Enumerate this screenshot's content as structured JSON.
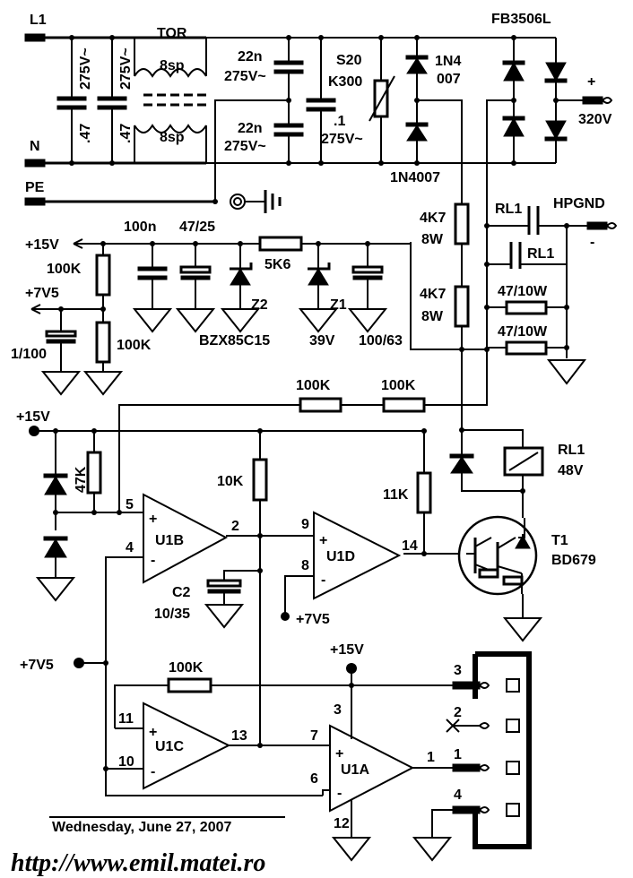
{
  "labels": {
    "l1": "L1",
    "n": "N",
    "pe": "PE",
    "tor": "TOR",
    "tor_sp1": "8sp",
    "tor_sp2": "8sp",
    "cx1_voltage": "275V~",
    "cx1_val": ".47",
    "cx2_voltage": "275V~",
    "cx2_val": ".47",
    "cy1_val": "22n",
    "cy1_voltage": "275V~",
    "cy2_val": "22n",
    "cy2_voltage": "275V~",
    "cx3_val": ".1",
    "cx3_voltage": "275V~",
    "varistor_1": "S20",
    "varistor_2": "K300",
    "d_top_1": "1N4",
    "d_top_2": "007",
    "d_bot": "1N4007",
    "bridge": "FB3506L",
    "plus": "+",
    "v320": "320V",
    "hpgnd": "HPGND",
    "minus": "-",
    "rl1_a": "RL1",
    "rl1_b": "RL1",
    "r_4k7_1": "4K7",
    "r_8w_1": "8W",
    "r_4k7_2": "4K7",
    "r_8w_2": "8W",
    "r_47_10w_1": "47/10W",
    "r_47_10w_2": "47/10W",
    "plus15_top": "+15V",
    "plus7v5_top": "+7V5",
    "r_100k_a": "100K",
    "r_100k_b": "100K",
    "c_1_100": "1/100",
    "c_100n": "100n",
    "c_47_25": "47/25",
    "r_5k6": "5K6",
    "z2": "Z2",
    "z1": "Z1",
    "bzx": "BZX85C15",
    "z1_v": "39V",
    "c_100_63": "100/63",
    "r_100k_c": "100K",
    "r_100k_d": "100K",
    "plus15_mid": "+15V",
    "r_47k": "47K",
    "r_10k": "10K",
    "r_11k": "11K",
    "rl1_coil": "RL1",
    "rl1_v": "48V",
    "u1b": "U1B",
    "u1d": "U1D",
    "u1c": "U1C",
    "u1a": "U1A",
    "t1": "T1",
    "t1_type": "BD679",
    "c2": "C2",
    "c2_val": "10/35",
    "plus7v5_d": "+7V5",
    "plus7v5_left": "+7V5",
    "plus15_bot": "+15V",
    "r_100k_e": "100K",
    "pin5": "5",
    "pin4": "4",
    "pin2": "2",
    "pin9": "9",
    "pin8": "8",
    "pin14": "14",
    "pin11": "11",
    "pin10": "10",
    "pin13": "13",
    "pin7": "7",
    "pin6": "6",
    "pin3": "3",
    "pin1": "1",
    "pin12": "12",
    "conn_3": "3",
    "conn_2": "2",
    "conn_1": "1",
    "conn_4": "4"
  },
  "footer": {
    "date": "Wednesday, June 27, 2007",
    "url": "http://www.emil.matei.ro"
  }
}
